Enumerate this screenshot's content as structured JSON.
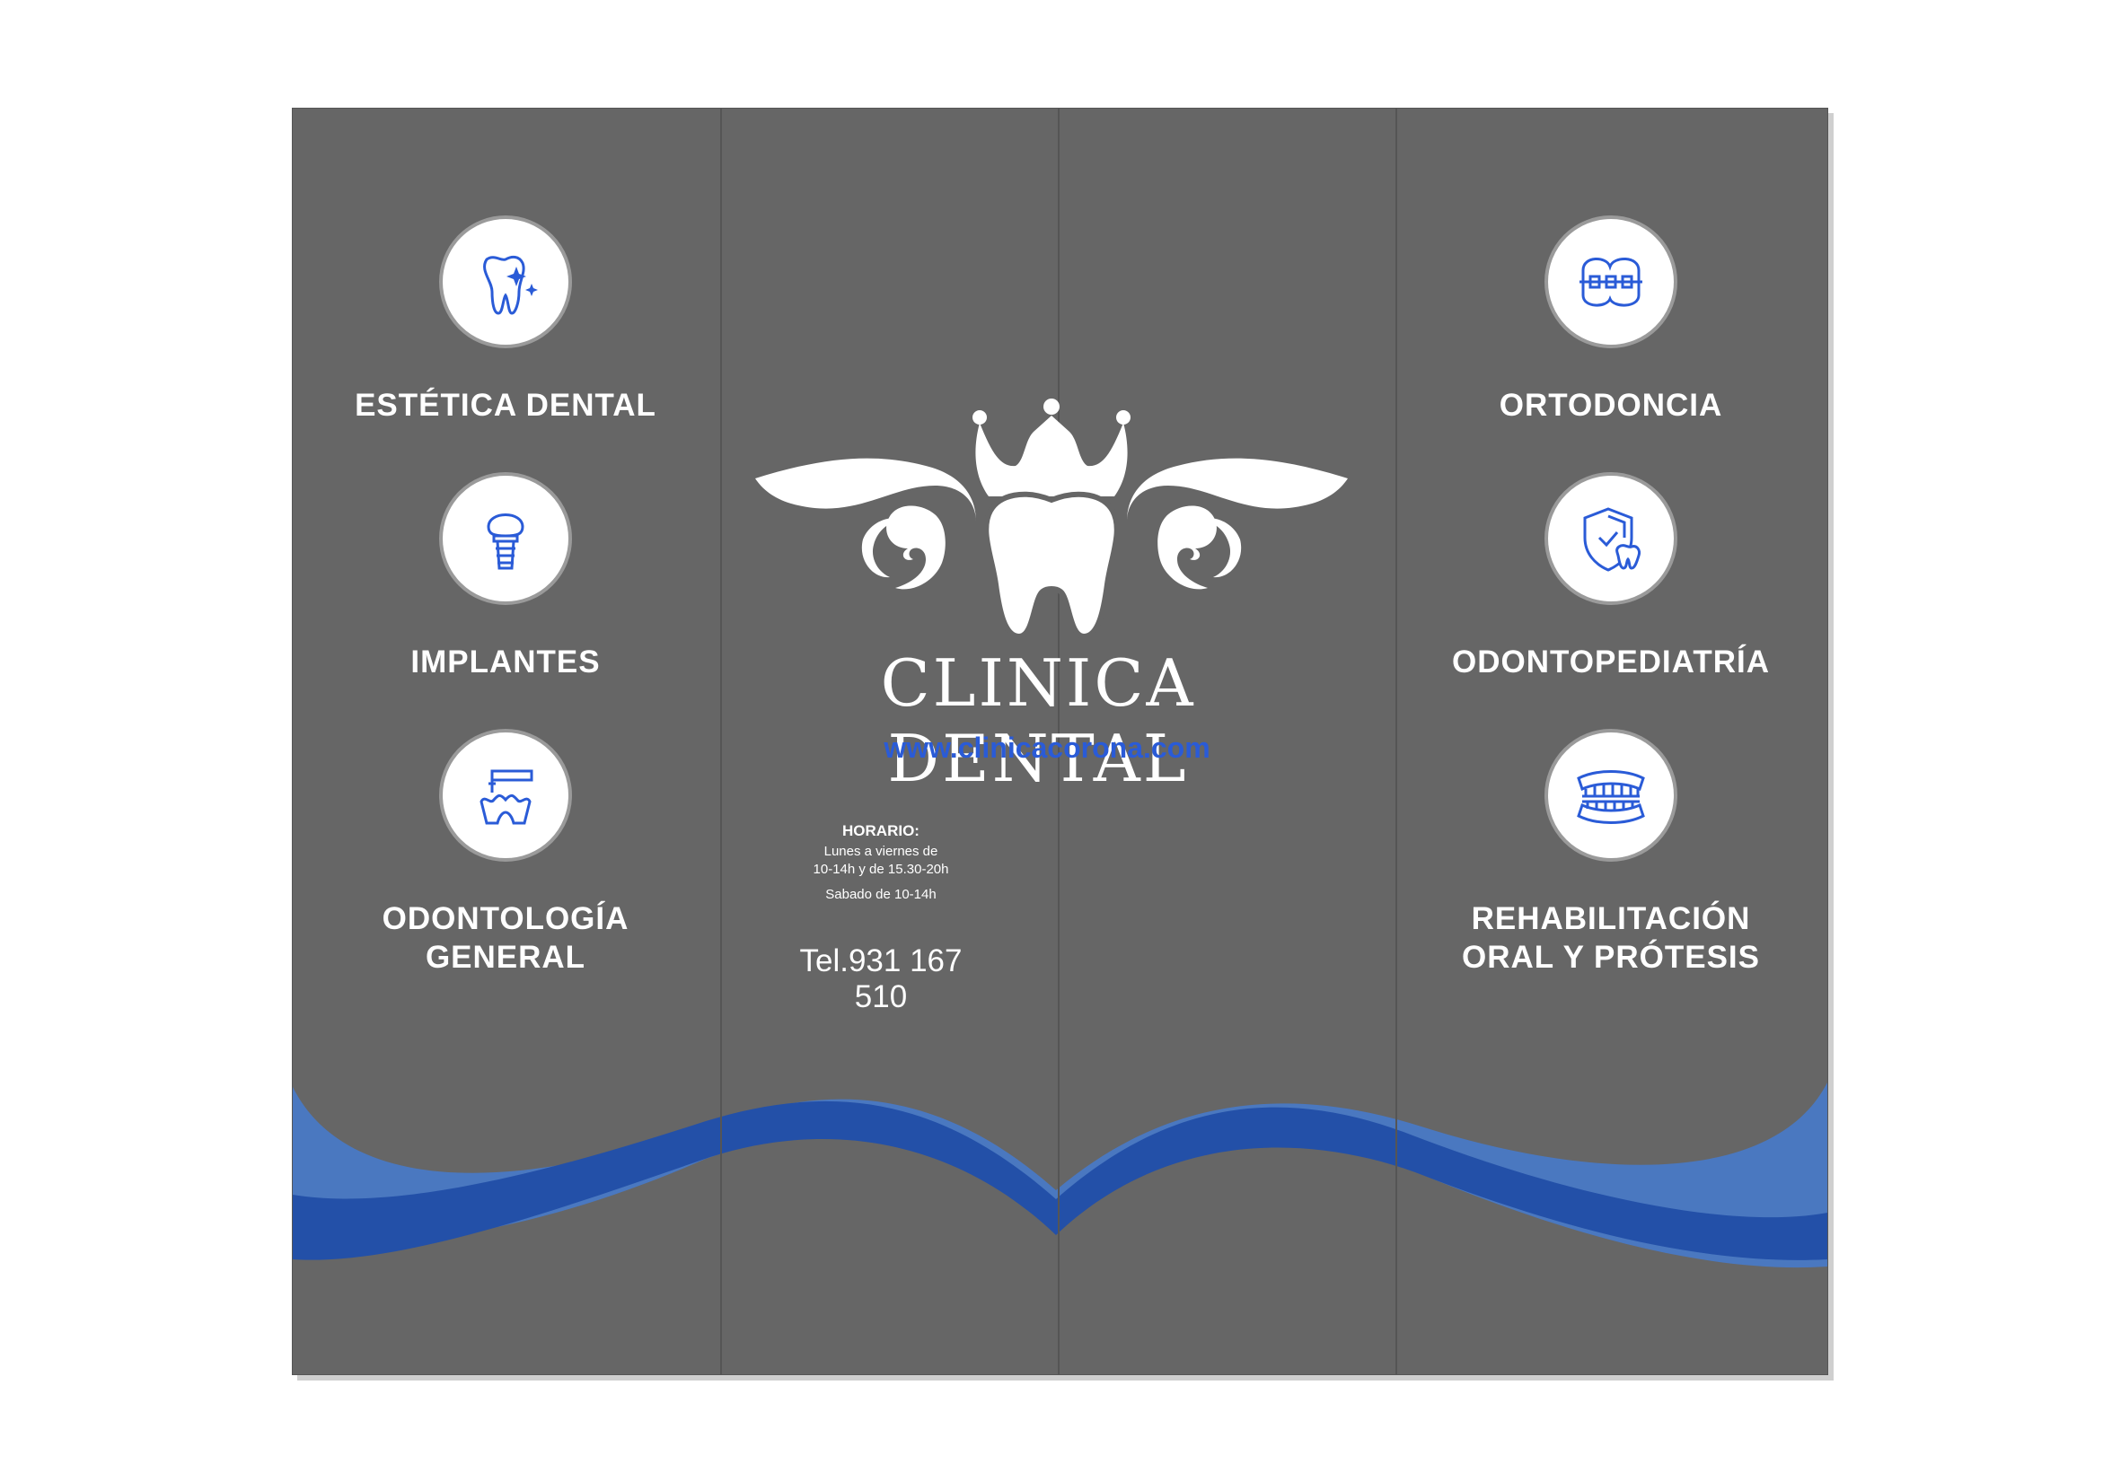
{
  "brand": {
    "name": "CLINICA DENTAL",
    "website": "www.clinicacorona.com"
  },
  "schedule": {
    "title": "HORARIO:",
    "line1": "Lunes a viernes de",
    "line2": "10-14h y de 15.30-20h",
    "line3": "Sabado de 10-14h"
  },
  "phone": "Tel.931 167 510",
  "services_left": [
    {
      "label": "ESTÉTICA DENTAL",
      "icon": "sparkling-tooth-icon"
    },
    {
      "label": "IMPLANTES",
      "icon": "dental-implant-icon"
    },
    {
      "label": "ODONTOLOGÍA GENERAL",
      "icon": "dental-drill-icon"
    }
  ],
  "services_right": [
    {
      "label": "ORTODONCIA",
      "icon": "braces-icon"
    },
    {
      "label": "ODONTOPEDIATRÍA",
      "icon": "shield-tooth-icon"
    },
    {
      "label": "REHABILITACIÓN ORAL Y PRÓTESIS",
      "icon": "denture-icon"
    }
  ],
  "colors": {
    "panel": "#666666",
    "wave_light": "#4a78c0",
    "wave_dark": "#2350a8",
    "icon": "#2a5bd7",
    "website": "#2a5bd7"
  }
}
